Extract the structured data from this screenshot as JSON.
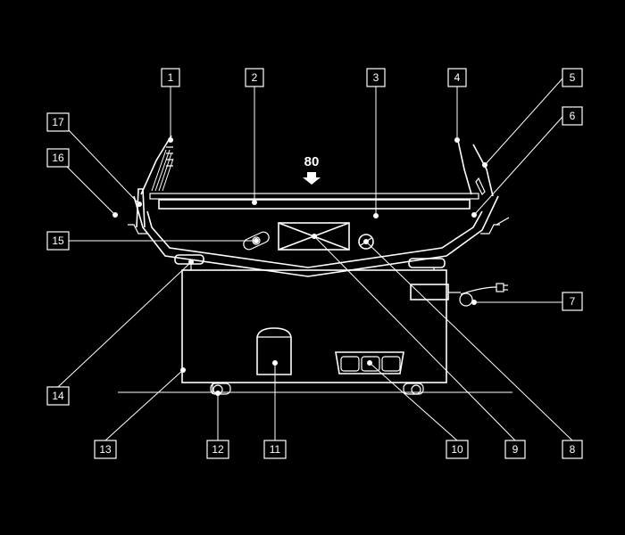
{
  "colors": {
    "background": "#000000",
    "line": "#ffffff"
  },
  "headline": {
    "value": "80",
    "icon": "arrow-down-icon"
  },
  "callouts": [
    "1",
    "2",
    "3",
    "4",
    "5",
    "6",
    "7",
    "8",
    "9",
    "10",
    "11",
    "12",
    "13",
    "14",
    "15",
    "16",
    "17"
  ]
}
